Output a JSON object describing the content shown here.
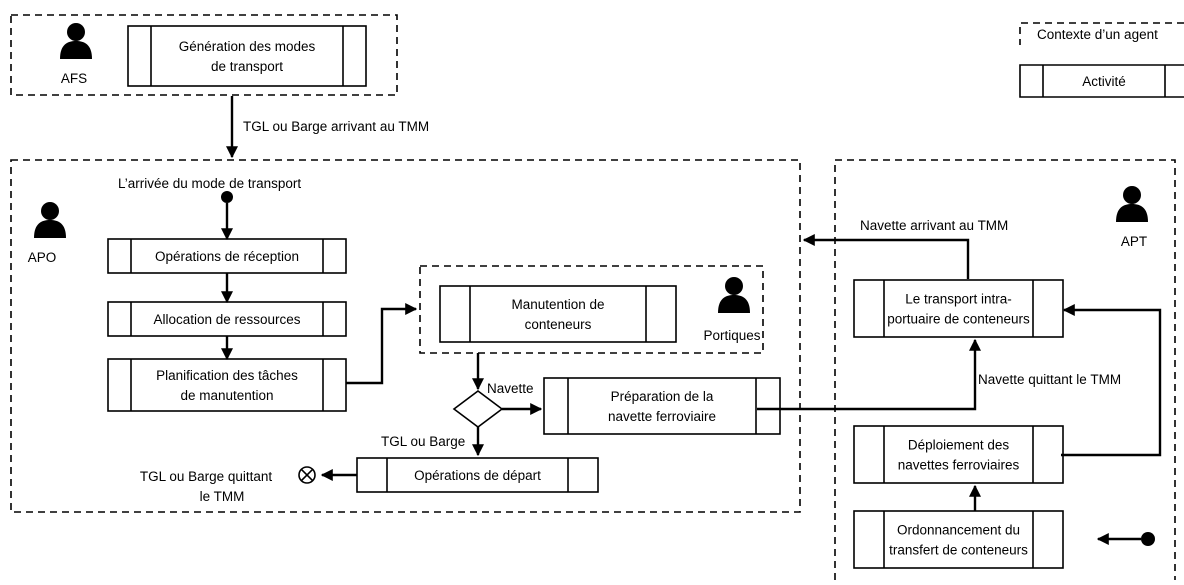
{
  "agents": {
    "afs": "AFS",
    "apo": "APO",
    "apt": "APT",
    "portiques": "Portiques"
  },
  "legend": {
    "context": "Contexte d’un agent",
    "activity": "Activité"
  },
  "activities": {
    "generation": [
      "Génération des modes",
      "de transport"
    ],
    "reception": [
      "Opérations de réception"
    ],
    "allocation": [
      "Allocation de ressources"
    ],
    "planification": [
      "Planification des tâches",
      "de manutention"
    ],
    "manutention": [
      "Manutention de",
      "conteneurs"
    ],
    "preparation": [
      "Préparation de la",
      "navette ferroviaire"
    ],
    "depart": [
      "Opérations de départ"
    ],
    "transport": [
      "Le transport intra-",
      "portuaire de conteneurs"
    ],
    "deploiement": [
      "Déploiement des",
      "navettes ferroviaires"
    ],
    "ordonnancement": [
      "Ordonnancement du",
      "transfert de conteneurs"
    ]
  },
  "labels": {
    "tgl_arrivant": "TGL ou Barge arrivant au TMM",
    "arrivee_mode": "L’arrivée du mode de transport",
    "navette_arrivant": "Navette arrivant au TMM",
    "navette": "Navette",
    "navette_quittant": "Navette quittant le TMM",
    "tgl_barge": "TGL ou Barge",
    "tgl_quittant_1": "TGL ou Barge quittant",
    "tgl_quittant_2": "le TMM"
  },
  "colors": {
    "stroke": "#000000",
    "background": "#ffffff"
  }
}
